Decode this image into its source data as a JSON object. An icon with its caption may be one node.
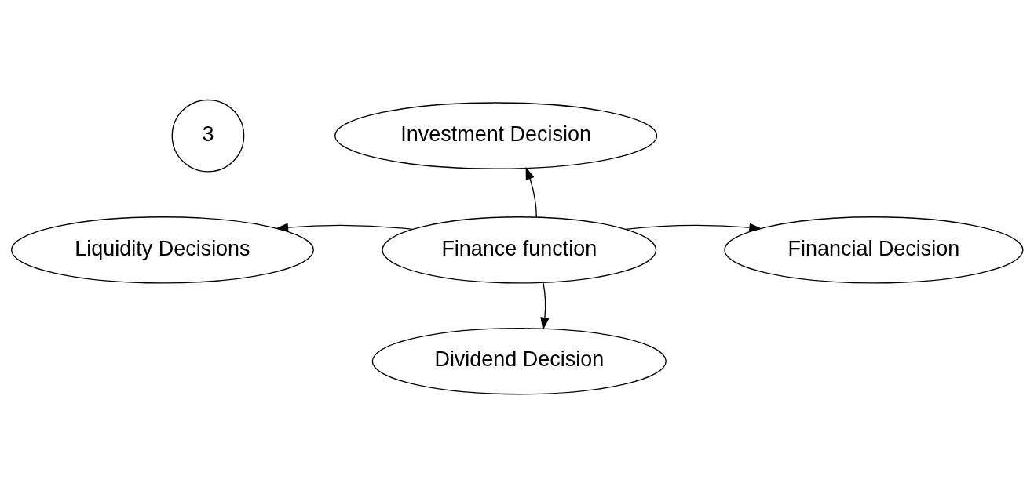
{
  "diagram": {
    "nodes": [
      {
        "text": [
          "3"
        ]
      },
      {
        "text": [
          "Investment Decision"
        ]
      },
      {
        "text": [
          "Liquidity Decisions"
        ]
      },
      {
        "text": [
          "Finance function"
        ]
      },
      {
        "text": [
          "Financial Decision"
        ]
      },
      {
        "text": [
          "Dividend Decision"
        ]
      }
    ],
    "edges": [
      {
        "from": 3,
        "to": 1,
        "arrow": "to"
      },
      {
        "from": 3,
        "to": 4,
        "arrow": "to"
      },
      {
        "from": 3,
        "to": 2,
        "arrow": "to"
      },
      {
        "from": 3,
        "to": 5,
        "arrow": "to"
      }
    ]
  }
}
